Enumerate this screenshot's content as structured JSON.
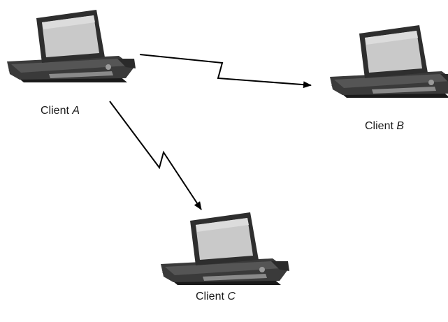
{
  "clients": [
    {
      "prefix": "Client",
      "letter": "A"
    },
    {
      "prefix": "Client",
      "letter": "B"
    },
    {
      "prefix": "Client",
      "letter": "C"
    }
  ],
  "icon": "laptop-icon",
  "colors": {
    "link": "#000000",
    "device_body": "#2b2b2b",
    "screen": "#c8c8c8",
    "background": "#ffffff"
  }
}
